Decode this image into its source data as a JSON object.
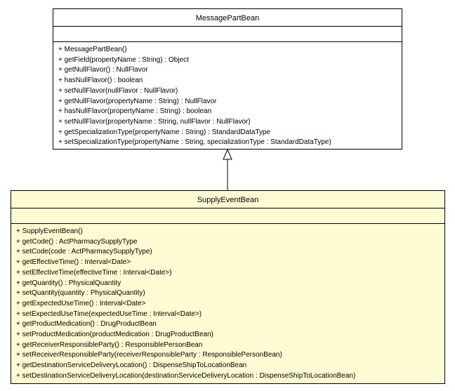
{
  "parent_class": {
    "name": "MessagePartBean",
    "operations": [
      "+ MessagePartBean()",
      "+ getField(propertyName : String) : Object",
      "+ getNullFlavor() : NullFlavor",
      "+ hasNullFlavor() : boolean",
      "+ setNullFlavor(nullFlavor : NullFlavor)",
      "+ getNullFlavor(propertyName : String) : NullFlavor",
      "+ hasNullFlavor(propertyName : String) : boolean",
      "+ setNullFlavor(propertyName : String, nullFlavor : NullFlavor)",
      "+ getSpecializationType(propertyName : String) : StandardDataType",
      "+ setSpecializationType(propertyName : String, specializationType : StandardDataType)"
    ]
  },
  "child_class": {
    "name": "SupplyEventBean",
    "fill_color": "#fffbd2",
    "operations": [
      "+ SupplyEventBean()",
      "+ getCode() : ActPharmacySupplyType",
      "+ setCode(code : ActPharmacySupplyType)",
      "+ getEffectiveTime() : Interval<Date>",
      "+ setEffectiveTime(effectiveTime : Interval<Date>)",
      "+ getQuantity() : PhysicalQuantity",
      "+ setQuantity(quantity : PhysicalQuantity)",
      "+ getExpectedUseTime() : Interval<Date>",
      "+ setExpectedUseTime(expectedUseTime : Interval<Date>)",
      "+ getProductMedication() : DrugProductBean",
      "+ setProductMedication(productMedication : DrugProductBean)",
      "+ getReceiverResponsibleParty() : ResponsiblePersonBean",
      "+ setReceiverResponsibleParty(receiverResponsibleParty : ResponsiblePersonBean)",
      "+ getDestinationServiceDeliveryLocation() : DispenseShipToLocationBean",
      "+ setDestinationServiceDeliveryLocation(destinationServiceDeliveryLocation : DispenseShipToLocationBean)"
    ]
  }
}
